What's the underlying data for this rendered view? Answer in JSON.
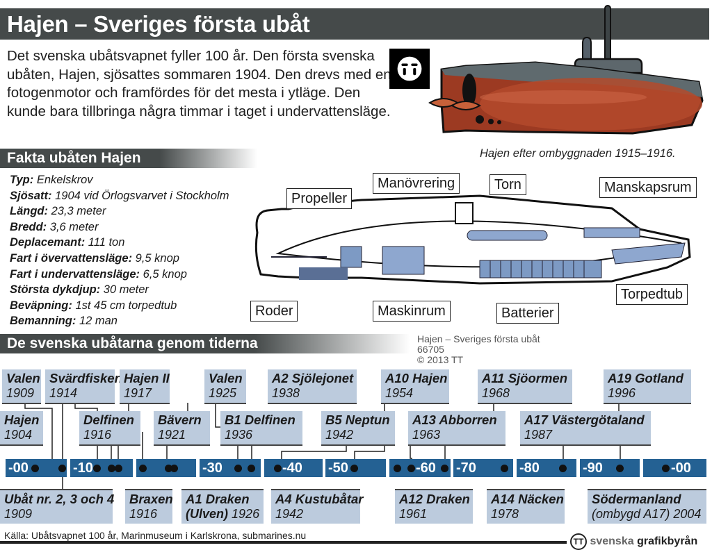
{
  "header": {
    "title": "Hajen – Sveriges första ubåt"
  },
  "intro": "Det svenska ubåtsvapnet fyller 100 år. Den första svenska ubåten, Hajen, sjösattes sommaren 1904. Den drevs med en fotogenmotor och framfördes för det mesta i ytläge. Den kunde bara tillbringa några timmar i taget i undervattensläge.",
  "illustration": {
    "caption": "Hajen efter ombyggnaden 1915–1916."
  },
  "facts": {
    "heading": "Fakta ubåten Hajen",
    "items": [
      {
        "label": "Typ:",
        "value": "Enkelskrov"
      },
      {
        "label": "Sjösatt:",
        "value": "1904 vid Örlogsvarvet i Stockholm"
      },
      {
        "label": "Längd:",
        "value": "23,3 meter"
      },
      {
        "label": "Bredd:",
        "value": "3,6 meter"
      },
      {
        "label": "Deplacemant:",
        "value": "111 ton"
      },
      {
        "label": "Fart i övervattensläge:",
        "value": "9,5 knop"
      },
      {
        "label": "Fart i undervattensläge:",
        "value": "6,5 knop"
      },
      {
        "label": "Största dykdjup:",
        "value": "30 meter"
      },
      {
        "label": "Beväpning:",
        "value": "1st 45 cm torpedtub"
      },
      {
        "label": "Bemanning:",
        "value": "12 man"
      }
    ]
  },
  "diagram": {
    "callouts": {
      "propeller": "Propeller",
      "manovrering": "Manövrering",
      "torn": "Torn",
      "manskapsrum": "Manskapsrum",
      "roder": "Roder",
      "maskinrum": "Maskinrum",
      "batterier": "Batterier",
      "torpedtub": "Torpedtub"
    }
  },
  "timeline": {
    "heading": "De svenska ubåtarna genom tiderna",
    "decades": [
      "-00",
      "-10",
      "",
      "-30",
      "-40",
      "-50",
      "-60",
      "-70",
      "-80",
      "-90",
      "-00"
    ],
    "top_row1": [
      {
        "name": "Valen",
        "year": "1909"
      },
      {
        "name": "Svärdfisken",
        "year": "1914"
      },
      {
        "name": "Hajen II",
        "year": "1917"
      },
      {
        "name": "Valen",
        "year": "1925"
      },
      {
        "name": "A2 Sjölejonet",
        "year": "1938"
      },
      {
        "name": "A10 Hajen",
        "year": "1954"
      },
      {
        "name": "A11 Sjöormen",
        "year": "1968"
      },
      {
        "name": "A19 Gotland",
        "year": "1996"
      }
    ],
    "top_row2": [
      {
        "name": "Hajen",
        "year": "1904"
      },
      {
        "name": "Delfinen",
        "year": "1916"
      },
      {
        "name": "Bävern",
        "year": "1921"
      },
      {
        "name": "B1 Delfinen",
        "year": "1936"
      },
      {
        "name": "B5 Neptun",
        "year": "1942"
      },
      {
        "name": "A13 Abborren",
        "year": "1963"
      },
      {
        "name": "A17 Västergötaland",
        "year": "1987"
      }
    ],
    "bottom": [
      {
        "name": "Ubåt nr. 2, 3 och 4",
        "year": "1909"
      },
      {
        "name": "Braxen",
        "year": "1916"
      },
      {
        "name": "A1 Draken",
        "name2": "(Ulven)",
        "year": "1926"
      },
      {
        "name": "A4 Kustubåtar",
        "year": "1942"
      },
      {
        "name": "A12 Draken",
        "year": "1961"
      },
      {
        "name": "A14 Näcken",
        "year": "1978"
      },
      {
        "name": "Södermanland",
        "year": "(ombygd A17) 2004"
      }
    ]
  },
  "footer": {
    "source": "Källa: Ubåtsvapnet 100 år, Marinmuseum i Karlskrona, submarines.nu",
    "brand_light": "svenska",
    "brand_bold": "grafikbyrån"
  },
  "watermark": {
    "title": "Hajen – Sveriges första ubåt",
    "id": "66705",
    "copyright": "© 2013 TT"
  },
  "colors": {
    "timeline_blue": "#246193",
    "box_blue": "#bccbdd",
    "header_gray": "#454a4a",
    "hull_red": "#9c3a22"
  }
}
